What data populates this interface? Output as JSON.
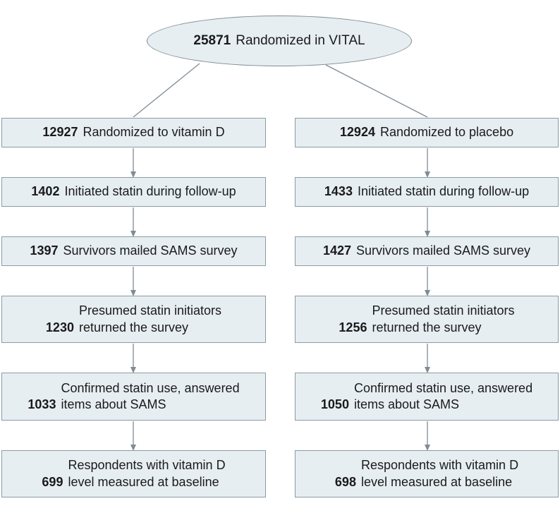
{
  "root": {
    "count": "25871",
    "label": "Randomized in VITAL"
  },
  "arms": [
    {
      "key": "vitamin-d",
      "steps": [
        {
          "count": "12927",
          "label": "Randomized to vitamin D"
        },
        {
          "count": "1402",
          "label": "Initiated statin during follow-up"
        },
        {
          "count": "1397",
          "label": "Survivors mailed SAMS survey"
        },
        {
          "count": "1230",
          "line1": "Presumed statin initiators",
          "line2": "returned the survey"
        },
        {
          "count": "1033",
          "line1": "Confirmed statin use, answered",
          "line2": "items about SAMS"
        },
        {
          "count": "699",
          "line1": "Respondents with vitamin D",
          "line2": "level measured at baseline"
        }
      ]
    },
    {
      "key": "placebo",
      "steps": [
        {
          "count": "12924",
          "label": "Randomized to placebo"
        },
        {
          "count": "1433",
          "label": "Initiated statin during follow-up"
        },
        {
          "count": "1427",
          "label": "Survivors mailed SAMS survey"
        },
        {
          "count": "1256",
          "line1": "Presumed statin initiators",
          "line2": "returned the survey"
        },
        {
          "count": "1050",
          "line1": "Confirmed statin use, answered",
          "line2": "items about SAMS"
        },
        {
          "count": "698",
          "line1": "Respondents with vitamin D",
          "line2": "level measured at baseline"
        }
      ]
    }
  ],
  "colors": {
    "box_fill": "#e7eef2",
    "border": "#8c9aa3",
    "line": "#7f8c95"
  }
}
